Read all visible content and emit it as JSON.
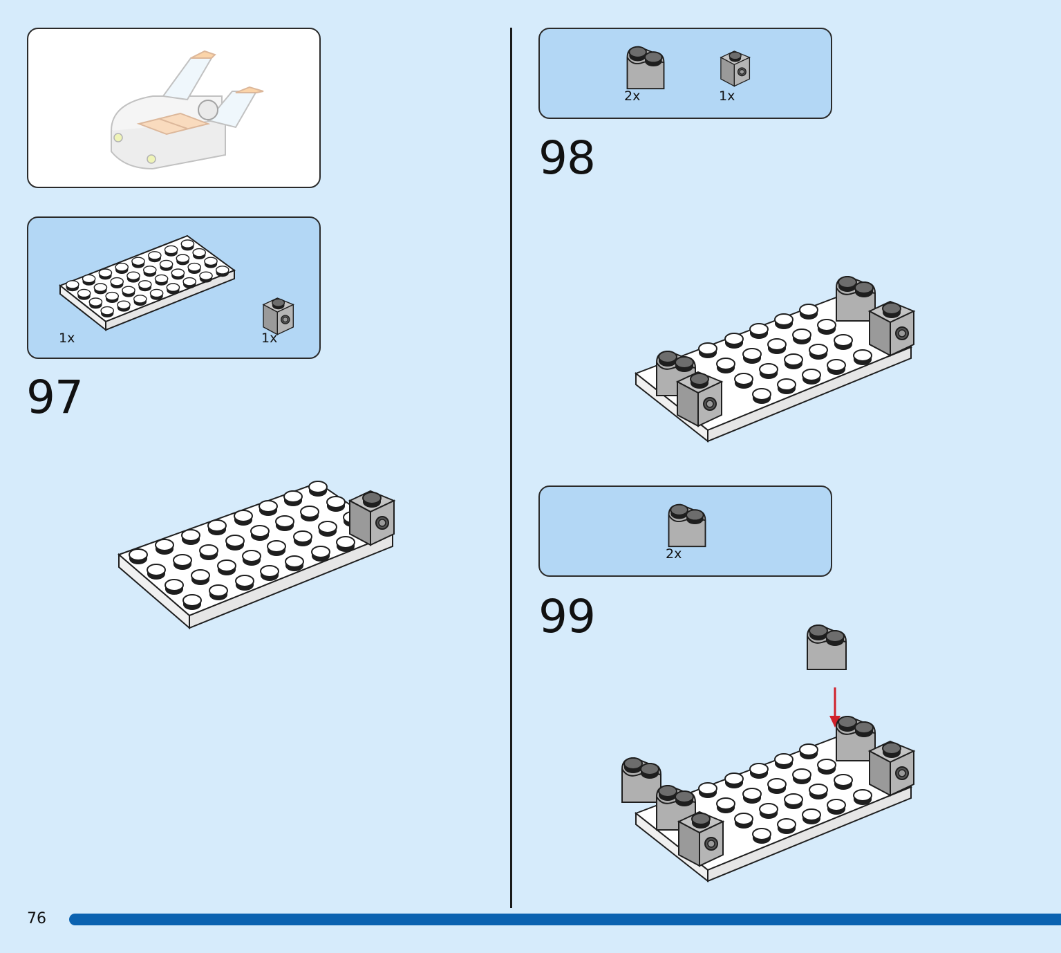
{
  "page": {
    "number": "76",
    "progress": 0.95
  },
  "colors": {
    "background": "#d6ebfb",
    "parts_box": "#b3d7f5",
    "progress_bar": "#0b62b0",
    "brick_grey": "#a3a3a3",
    "plate_white": "#ffffff",
    "arrow_red": "#d0202a"
  },
  "preview": {
    "icon": "completed-submodel-preview"
  },
  "steps": [
    {
      "number": "97",
      "parts": [
        {
          "qty": "1x",
          "icon": "white-4x8-plate-icon"
        },
        {
          "qty": "1x",
          "icon": "grey-1x1-brick-with-stud-icon"
        }
      ]
    },
    {
      "number": "98",
      "parts": [
        {
          "qty": "2x",
          "icon": "grey-1x2-curved-brick-icon"
        },
        {
          "qty": "1x",
          "icon": "grey-1x1-brick-with-stud-icon"
        }
      ]
    },
    {
      "number": "99",
      "parts": [
        {
          "qty": "2x",
          "icon": "grey-1x2-curved-brick-icon"
        }
      ]
    }
  ]
}
